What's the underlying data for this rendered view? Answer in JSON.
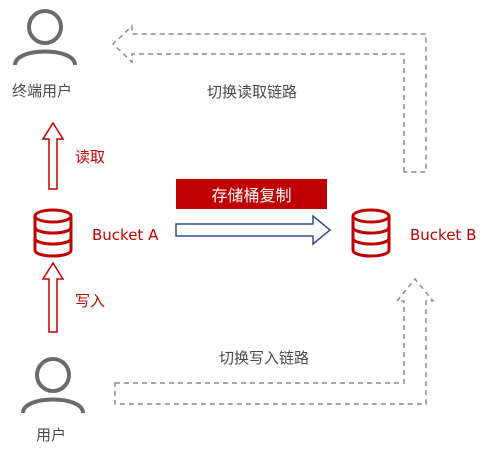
{
  "nodes": {
    "end_user": "终端用户",
    "user": "用户",
    "bucket_a": "Bucket A",
    "bucket_b": "Bucket B"
  },
  "edges": {
    "read": "读取",
    "write": "写入",
    "replication": "存储桶复制",
    "switch_read": "切换读取链路",
    "switch_write": "切换写入链路"
  },
  "colors": {
    "accent": "#c00000",
    "icon_gray": "#6b6b6b",
    "dashed_gray": "#8c8c8c",
    "replication_arrow": "#2f4f8f"
  }
}
